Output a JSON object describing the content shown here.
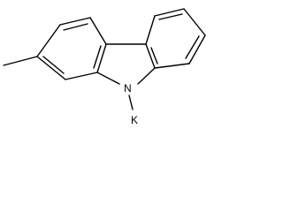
{
  "diagram": {
    "type": "skeletal-structure",
    "atoms": {
      "nitrogen": "N",
      "potassium": "K"
    },
    "colors": {
      "line": "#000000",
      "background": "#ffffff"
    }
  }
}
